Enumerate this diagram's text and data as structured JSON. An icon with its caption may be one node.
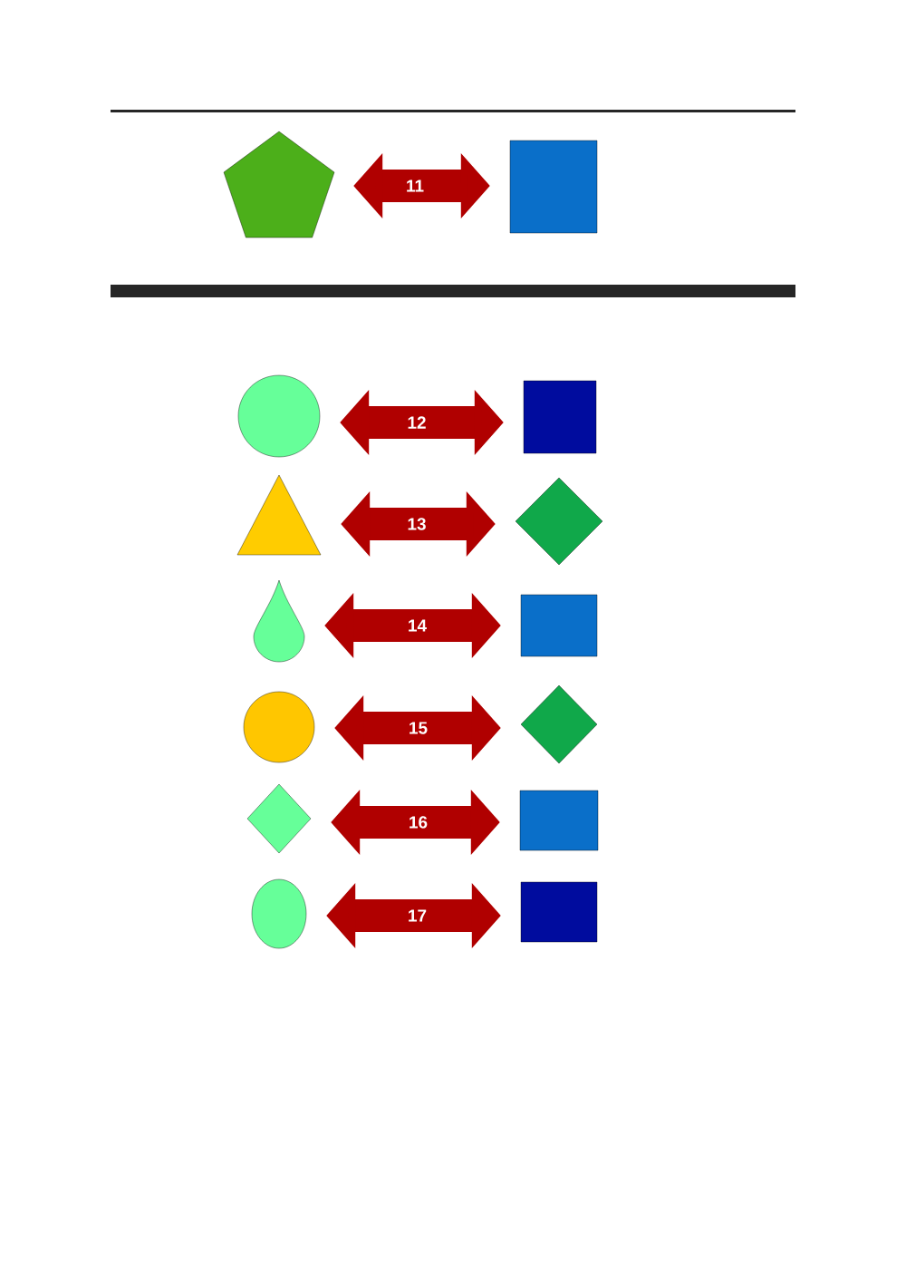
{
  "diagram": {
    "nodes": [
      {
        "text": [],
        "shape": "pentagon"
      },
      {
        "text": [],
        "shape": "box"
      },
      {
        "text": [],
        "shape": "circle"
      },
      {
        "text": [],
        "shape": "box"
      },
      {
        "text": [],
        "shape": "triangle"
      },
      {
        "text": [],
        "shape": "diamond"
      },
      {
        "text": [],
        "shape": "drop"
      },
      {
        "text": [],
        "shape": "box"
      },
      {
        "text": [],
        "shape": "circle"
      },
      {
        "text": [],
        "shape": "diamond"
      },
      {
        "text": [],
        "shape": "diamond"
      },
      {
        "text": [],
        "shape": "box"
      },
      {
        "text": [],
        "shape": "ellipse"
      },
      {
        "text": [],
        "shape": "box"
      }
    ],
    "edges": [
      {
        "from": 0,
        "to": 1,
        "arrow": "both",
        "label": "11"
      },
      {
        "from": 2,
        "to": 3,
        "arrow": "both",
        "label": "12"
      },
      {
        "from": 4,
        "to": 5,
        "arrow": "both",
        "label": "13"
      },
      {
        "from": 6,
        "to": 7,
        "arrow": "both",
        "label": "14"
      },
      {
        "from": 8,
        "to": 9,
        "arrow": "both",
        "label": "15"
      },
      {
        "from": 10,
        "to": 11,
        "arrow": "both",
        "label": "16"
      },
      {
        "from": 12,
        "to": 13,
        "arrow": "both",
        "label": "17"
      }
    ]
  }
}
